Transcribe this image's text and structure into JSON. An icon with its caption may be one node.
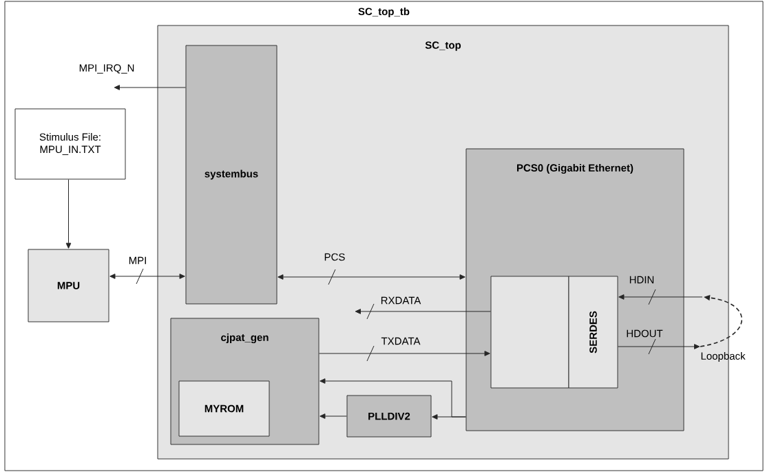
{
  "diagram": {
    "nodes": [
      {
        "text": [
          "SC_top_tb"
        ]
      },
      {
        "text": [
          "SC_top"
        ],
        "in": 0
      },
      {
        "text": [
          "systembus"
        ],
        "in": 1
      },
      {
        "text": [
          "PCS0 (Gigabit Ethernet)"
        ],
        "in": 1
      },
      {
        "text": [],
        "shape": "box",
        "in": 3
      },
      {
        "text": [
          "SERDES"
        ],
        "in": 3
      },
      {
        "text": [
          "cjpat_gen"
        ],
        "in": 1
      },
      {
        "text": [
          "MYROM"
        ],
        "in": 6
      },
      {
        "text": [
          "PLLDIV2"
        ],
        "in": 1
      },
      {
        "text": [
          "Stimulus File: MPU_IN.TXT"
        ],
        "in": 0
      },
      {
        "text": [
          "MPU"
        ],
        "in": 0
      },
      {
        "text": [
          "Loopback"
        ],
        "in": 0
      }
    ],
    "edges": [
      {
        "from": 9,
        "to": 10,
        "arrow": "to"
      },
      {
        "from": 10,
        "to": 2,
        "arrow": "both",
        "label": "MPI"
      },
      {
        "from": 2,
        "to": null,
        "arrow": "to",
        "label": "MPI_IRQ_N"
      },
      {
        "from": 2,
        "to": 3,
        "arrow": "both",
        "label": "PCS"
      },
      {
        "from": 4,
        "to": null,
        "arrow": "to",
        "label": "RXDATA"
      },
      {
        "from": 6,
        "to": 4,
        "arrow": "to",
        "label": "TXDATA"
      },
      {
        "from": 3,
        "to": 6,
        "arrow": "to"
      },
      {
        "from": 3,
        "to": 8,
        "arrow": "to"
      },
      {
        "from": 8,
        "to": 6,
        "arrow": "to"
      },
      {
        "from": 5,
        "to": 11,
        "arrow": "to",
        "label": "HDOUT"
      },
      {
        "from": null,
        "to": 5,
        "arrow": "to",
        "label": "HDIN"
      },
      {
        "from": 11,
        "to": null,
        "arrow": "to",
        "style": "dashed"
      }
    ]
  }
}
